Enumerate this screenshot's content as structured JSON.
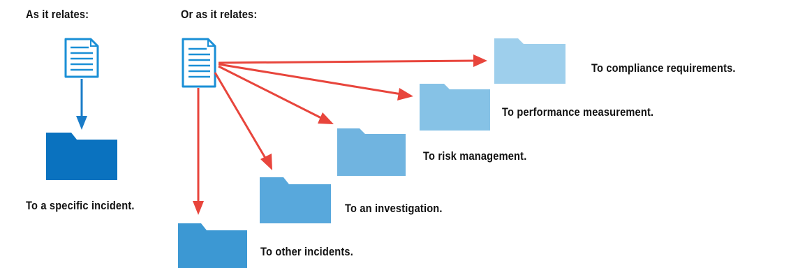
{
  "headings": {
    "left": "As it relates:",
    "right": "Or as it relates:"
  },
  "labels": {
    "specific_incident": "To a specific incident.",
    "compliance": "To compliance requirements.",
    "performance": "To performance measurement.",
    "risk": "To risk management.",
    "investigation": "To an investigation.",
    "other_incidents": "To other incidents."
  },
  "colors": {
    "document_outline": "#1a8fd6",
    "arrow_blue": "#1a7cc8",
    "arrow_red": "#e8453c",
    "folder_specific_incident": "#0a72bf",
    "folder_compliance": "#9ecfec",
    "folder_performance": "#86c2e6",
    "folder_risk": "#70b4e0",
    "folder_investigation": "#58a8dc",
    "folder_other_incidents": "#3c98d3"
  },
  "icons": {
    "document": "document-icon",
    "folder": "folder-icon"
  }
}
